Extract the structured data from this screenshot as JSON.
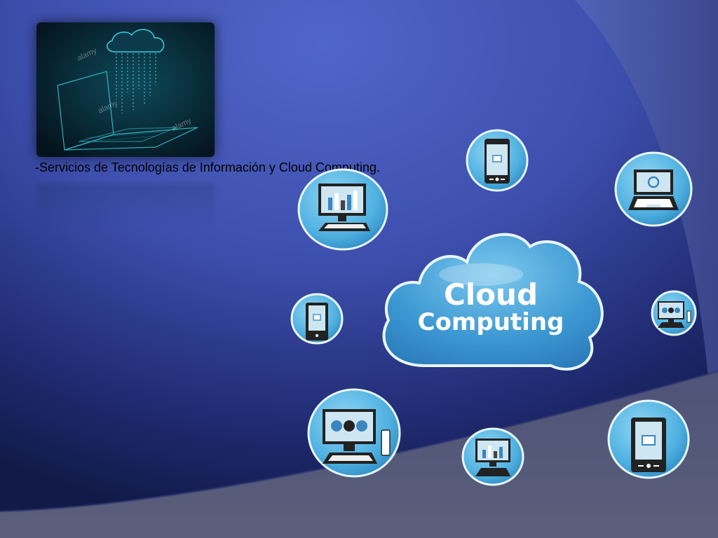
{
  "slide": {
    "caption": "-Servicios de Tecnologías de Información y Cloud Computing.",
    "photo_watermark": "alamy"
  },
  "cloud": {
    "line1": "Cloud",
    "line2": "Computing"
  },
  "colors": {
    "background_blue": "#4a5fc0",
    "background_dark": "#141c4a",
    "node_fill": "#5ab8e4",
    "cloud_fill": "#3d9bd4"
  },
  "nodes": [
    {
      "id": "tablet-top",
      "device": "tablet-icon"
    },
    {
      "id": "desktop-top",
      "device": "desktop-chart-icon"
    },
    {
      "id": "laptop-right",
      "device": "laptop-icon"
    },
    {
      "id": "phone-left",
      "device": "tablet-icon"
    },
    {
      "id": "desktop-small-right",
      "device": "desktop-pie-icon"
    },
    {
      "id": "desktop-bottom-left",
      "device": "desktop-pie-icon"
    },
    {
      "id": "desktop-small-bottom",
      "device": "desktop-chart-icon"
    },
    {
      "id": "tablet-bottom-right",
      "device": "tablet-icon"
    }
  ]
}
